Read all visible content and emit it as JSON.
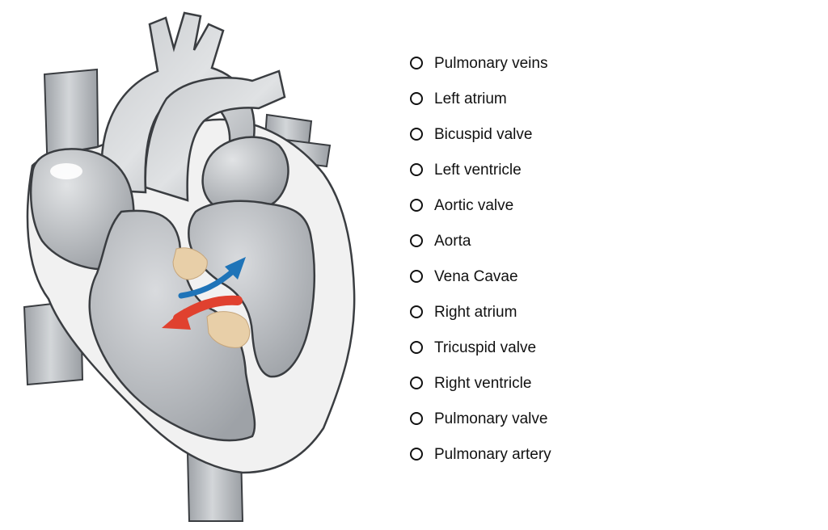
{
  "options": [
    {
      "label": "Pulmonary veins"
    },
    {
      "label": "Left atrium"
    },
    {
      "label": "Bicuspid valve"
    },
    {
      "label": "Left ventricle"
    },
    {
      "label": "Aortic valve"
    },
    {
      "label": "Aorta"
    },
    {
      "label": "Vena Cavae"
    },
    {
      "label": "Right atrium"
    },
    {
      "label": "Tricuspid valve"
    },
    {
      "label": "Right ventricle"
    },
    {
      "label": "Pulmonary valve"
    },
    {
      "label": "Pulmonary artery"
    }
  ],
  "colors": {
    "vessel": "#b9bcc0",
    "chamber": "#a9adb2",
    "outline": "#3a3d41",
    "heart_wall": "#f1f1f1",
    "valve": "#e8cfa8",
    "arrow_blue": "#1f74b8",
    "arrow_red": "#e0412f"
  },
  "icons": [
    "radio-circle-icon",
    "blue-flow-arrow-icon",
    "red-flow-arrow-icon"
  ]
}
